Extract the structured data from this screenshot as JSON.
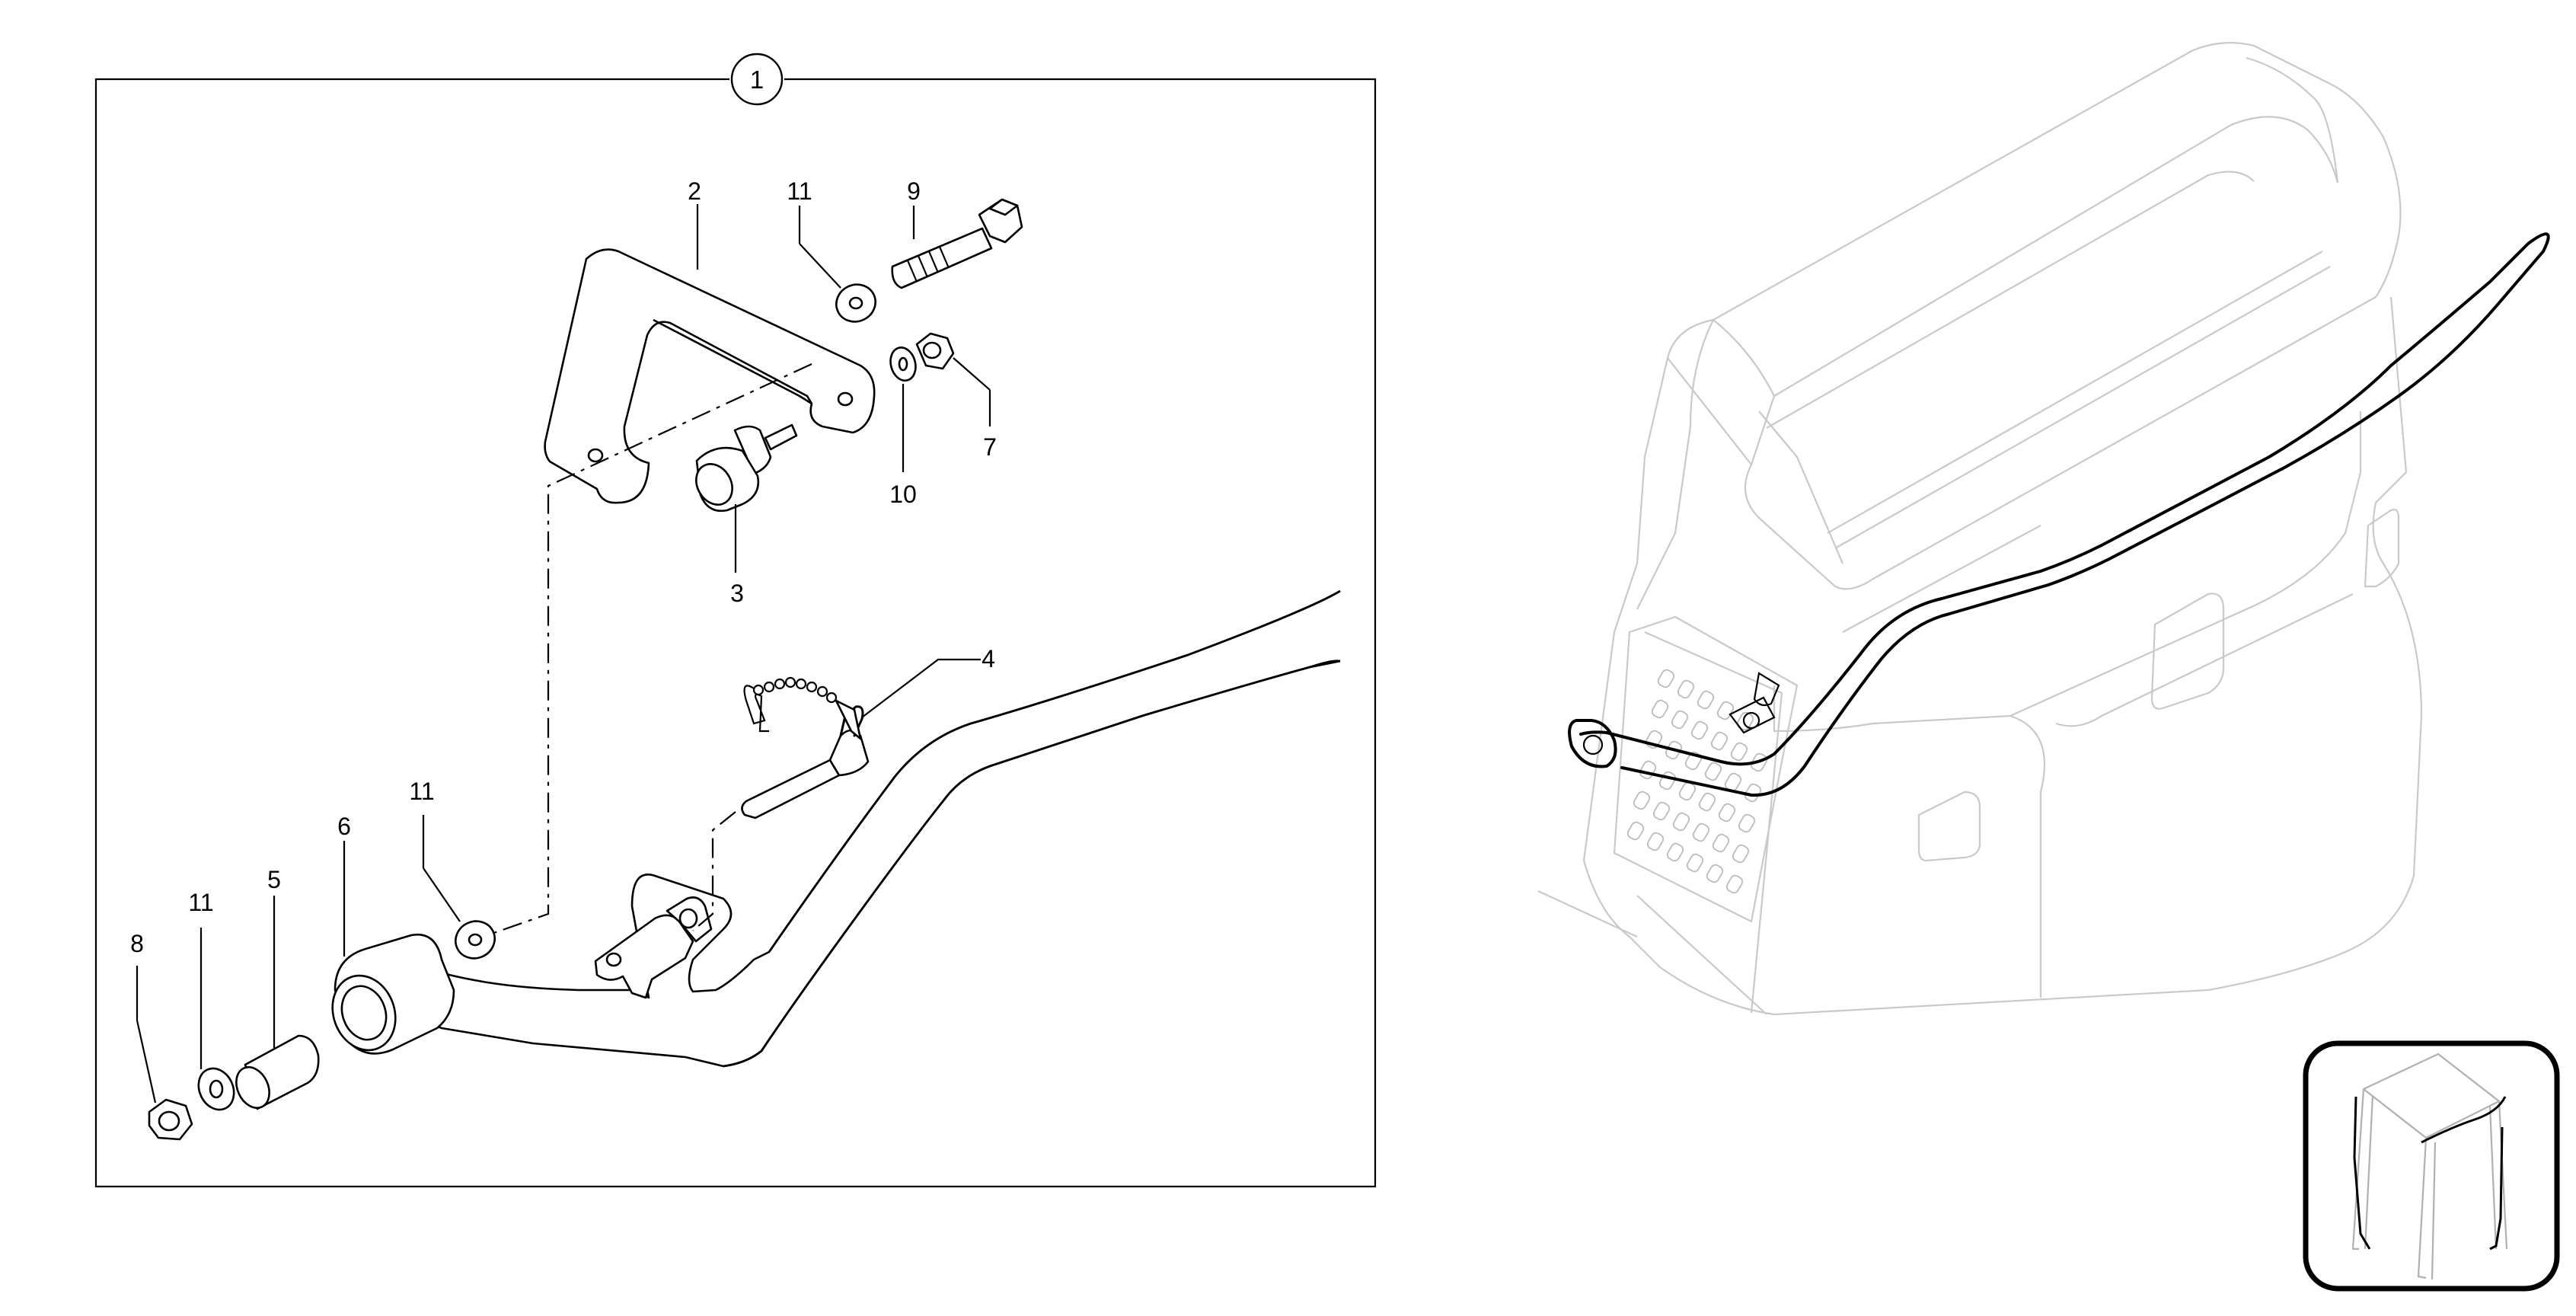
{
  "assembly": {
    "label": "1"
  },
  "callouts": {
    "c2": "2",
    "c3": "3",
    "c4": "4",
    "c5": "5",
    "c6": "6",
    "c7": "7",
    "c8": "8",
    "c9": "9",
    "c10": "10",
    "c11a": "11",
    "c11b": "11",
    "c11c": "11"
  }
}
